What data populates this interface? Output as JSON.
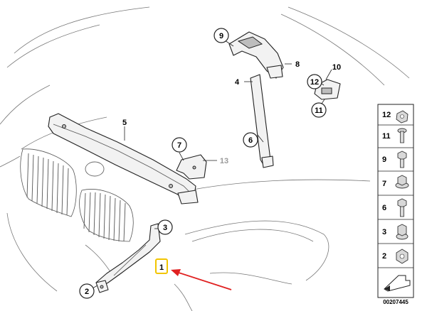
{
  "callouts": [
    {
      "id": "c1",
      "text": "1"
    },
    {
      "id": "c2",
      "text": "2"
    },
    {
      "id": "c3",
      "text": "3"
    },
    {
      "id": "c4",
      "text": "4"
    },
    {
      "id": "c5",
      "text": "5"
    },
    {
      "id": "c6",
      "text": "6"
    },
    {
      "id": "c7",
      "text": "7"
    },
    {
      "id": "c8",
      "text": "8"
    },
    {
      "id": "c9",
      "text": "9"
    },
    {
      "id": "c10",
      "text": "10"
    },
    {
      "id": "c11",
      "text": "11"
    },
    {
      "id": "c12",
      "text": "12"
    },
    {
      "id": "c13",
      "text": "13"
    }
  ],
  "side_panel": {
    "items": [
      "12",
      "11",
      "9",
      "7",
      "6",
      "3",
      "2"
    ]
  },
  "catalog_number": "00207445",
  "colors": {
    "highlight": "#f2c500",
    "arrow": "#e02020",
    "grey_label": "#9a9a9a"
  }
}
